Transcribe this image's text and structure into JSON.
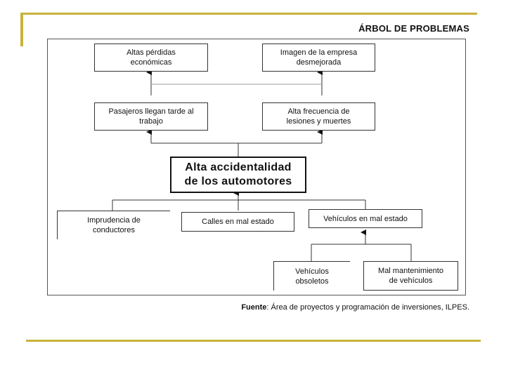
{
  "colors": {
    "accent": "#c8b23c",
    "line": "#333333",
    "frame": "#555555"
  },
  "title": "ÁRBOL DE PROBLEMAS",
  "effects": {
    "left": "Altas pérdidas\neconómicas",
    "right": "Imagen de la empresa\ndesmejorada"
  },
  "direct_effects": {
    "left": "Pasajeros llegan tarde  al\ntrabajo",
    "right": "Alta frecuencia  de\nlesiones y muertes"
  },
  "central_problem": "Alta accidentalidad\nde los automotores",
  "causes": {
    "left": "Imprudencia de\nconductores",
    "middle": "Calles en mal estado",
    "right": "Vehículos en mal estado"
  },
  "sub_causes": {
    "left": "Vehículos\nobsoletos",
    "right": "Mal mantenimiento\nde vehículos"
  },
  "source": {
    "label": "Fuente",
    "text": ": Área de proyectos y programación de inversiones, ILPES."
  }
}
